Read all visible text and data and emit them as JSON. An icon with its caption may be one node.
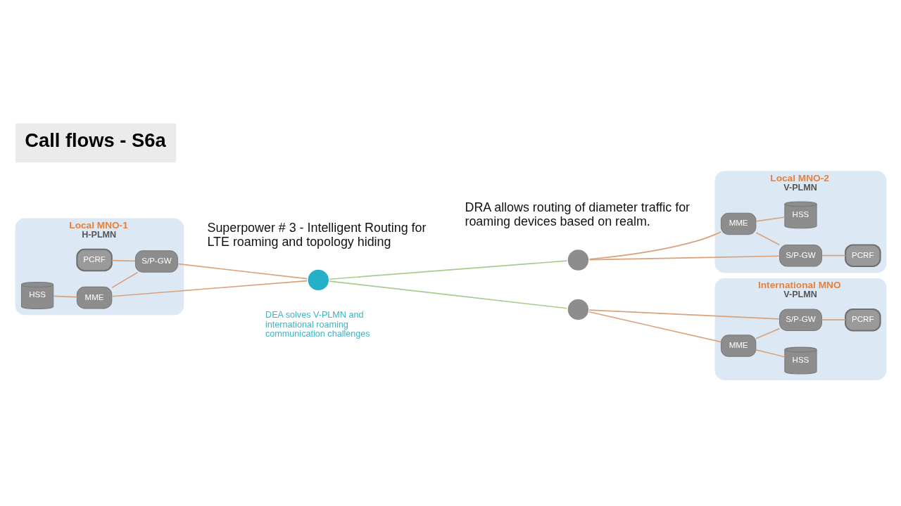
{
  "diagram": {
    "title": "Call flows - S6a",
    "nodes": [
      {
        "text": [
          "Local MNO-1",
          "H-PLMN"
        ]
      },
      {
        "text": [
          "HSS"
        ],
        "in": 0
      },
      {
        "text": [
          "MME"
        ],
        "in": 0
      },
      {
        "text": [
          "PCRF"
        ],
        "in": 0
      },
      {
        "text": [
          "S/P-GW"
        ],
        "in": 0
      },
      {
        "text": [],
        "shape": "circle"
      },
      {
        "text": [
          "Local MNO-2",
          "V-PLMN"
        ]
      },
      {
        "text": [
          "MME"
        ],
        "in": 6
      },
      {
        "text": [
          "HSS"
        ],
        "in": 6
      },
      {
        "text": [],
        "shape": "circle"
      },
      {
        "text": [
          "S/P-GW"
        ],
        "in": 6
      },
      {
        "text": [
          "PCRF"
        ],
        "in": 6
      },
      {
        "text": [],
        "shape": "circle"
      },
      {
        "text": [
          "International MNO",
          "V-PLMN"
        ]
      },
      {
        "text": [
          "S/P-GW"
        ],
        "in": 13
      },
      {
        "text": [
          "MME"
        ],
        "in": 13
      },
      {
        "text": [
          "PCRF"
        ],
        "in": 13
      },
      {
        "text": [
          "HSS"
        ],
        "in": 13
      }
    ],
    "edges": [
      {
        "from": 1,
        "to": 2,
        "arrow": "none"
      },
      {
        "from": 2,
        "to": 4,
        "arrow": "none"
      },
      {
        "from": 2,
        "to": 5,
        "arrow": "none"
      },
      {
        "from": 4,
        "to": 5,
        "arrow": "none"
      },
      {
        "from": 3,
        "to": 4,
        "arrow": "none"
      },
      {
        "from": 5,
        "to": 9,
        "arrow": "none",
        "color": "#a9cc8e"
      },
      {
        "from": 5,
        "to": 12,
        "arrow": "none",
        "color": "#a9cc8e"
      },
      {
        "from": 9,
        "to": 7,
        "arrow": "none"
      },
      {
        "from": 7,
        "to": 8,
        "arrow": "none"
      },
      {
        "from": 7,
        "to": 10,
        "arrow": "none"
      },
      {
        "from": 9,
        "to": 10,
        "arrow": "none"
      },
      {
        "from": 10,
        "to": 11,
        "arrow": "none"
      },
      {
        "from": 12,
        "to": 15,
        "arrow": "none"
      },
      {
        "from": 12,
        "to": 14,
        "arrow": "none"
      },
      {
        "from": 15,
        "to": 14,
        "arrow": "none"
      },
      {
        "from": 15,
        "to": 17,
        "arrow": "none"
      },
      {
        "from": 14,
        "to": 16,
        "arrow": "none"
      }
    ],
    "labels": [
      "Superpower # 3 - Intelligent Routing for LTE roaming and topology hiding",
      "DEA solves V-PLMN and international roaming communication challenges",
      "DRA allows routing of diameter traffic for roaming devices based on realm."
    ]
  }
}
